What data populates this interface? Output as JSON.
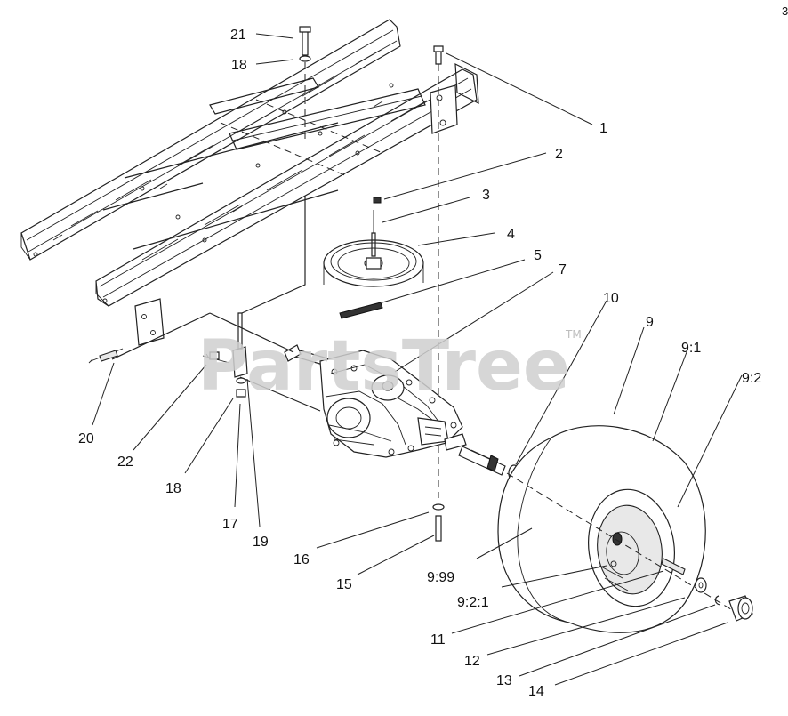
{
  "page": {
    "corner_mark": "3",
    "watermark": "PartsTree",
    "watermark_tm": "TM"
  },
  "diagram": {
    "title": "",
    "callouts": [
      {
        "id": "c1",
        "label": "1"
      },
      {
        "id": "c2",
        "label": "2"
      },
      {
        "id": "c3",
        "label": "3"
      },
      {
        "id": "c4",
        "label": "4"
      },
      {
        "id": "c5",
        "label": "5"
      },
      {
        "id": "c7",
        "label": "7"
      },
      {
        "id": "c10",
        "label": "10"
      },
      {
        "id": "c9",
        "label": "9"
      },
      {
        "id": "c91",
        "label": "9:1"
      },
      {
        "id": "c92",
        "label": "9:2"
      },
      {
        "id": "c999",
        "label": "9:99"
      },
      {
        "id": "c921",
        "label": "9:2:1"
      },
      {
        "id": "c11",
        "label": "11"
      },
      {
        "id": "c12",
        "label": "12"
      },
      {
        "id": "c13",
        "label": "13"
      },
      {
        "id": "c14",
        "label": "14"
      },
      {
        "id": "c15",
        "label": "15"
      },
      {
        "id": "c16",
        "label": "16"
      },
      {
        "id": "c17",
        "label": "17"
      },
      {
        "id": "c18a",
        "label": "18"
      },
      {
        "id": "c18b",
        "label": "18"
      },
      {
        "id": "c19",
        "label": "19"
      },
      {
        "id": "c20",
        "label": "20"
      },
      {
        "id": "c21",
        "label": "21"
      },
      {
        "id": "c22",
        "label": "22"
      }
    ]
  }
}
